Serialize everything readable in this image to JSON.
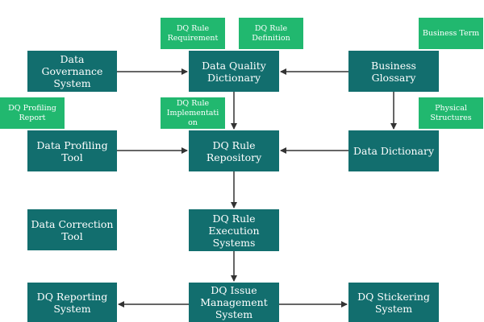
{
  "colors": {
    "box": "#126e6e",
    "tag": "#21b86f",
    "connector": "#333333"
  },
  "boxes": {
    "data_governance_system": "Data Governance\nSystem",
    "data_quality_dictionary": "Data Quality\nDictionary",
    "business_glossary": "Business\nGlossary",
    "data_profiling_tool": "Data Profiling\nTool",
    "dq_rule_repository": "DQ Rule\nRepository",
    "data_dictionary": "Data Dictionary",
    "data_correction_tool": "Data Correction\nTool",
    "dq_rule_execution_systems": "DQ Rule Execution\nSystems",
    "dq_reporting_system": "DQ Reporting\nSystem",
    "dq_issue_management_system": "DQ Issue\nManagement\nSystem",
    "dq_stickering_system": "DQ Stickering\nSystem"
  },
  "tags": {
    "dq_rule_requirement": "DQ Rule\nRequirement",
    "dq_rule_definition": "DQ Rule\nDefinition",
    "business_term": "Business Term",
    "dq_profiling_report": "DQ Profiling\nReport",
    "dq_rule_implementation": "DQ Rule\nImplementati\non",
    "physical_structures": "Physical\nStructures"
  }
}
